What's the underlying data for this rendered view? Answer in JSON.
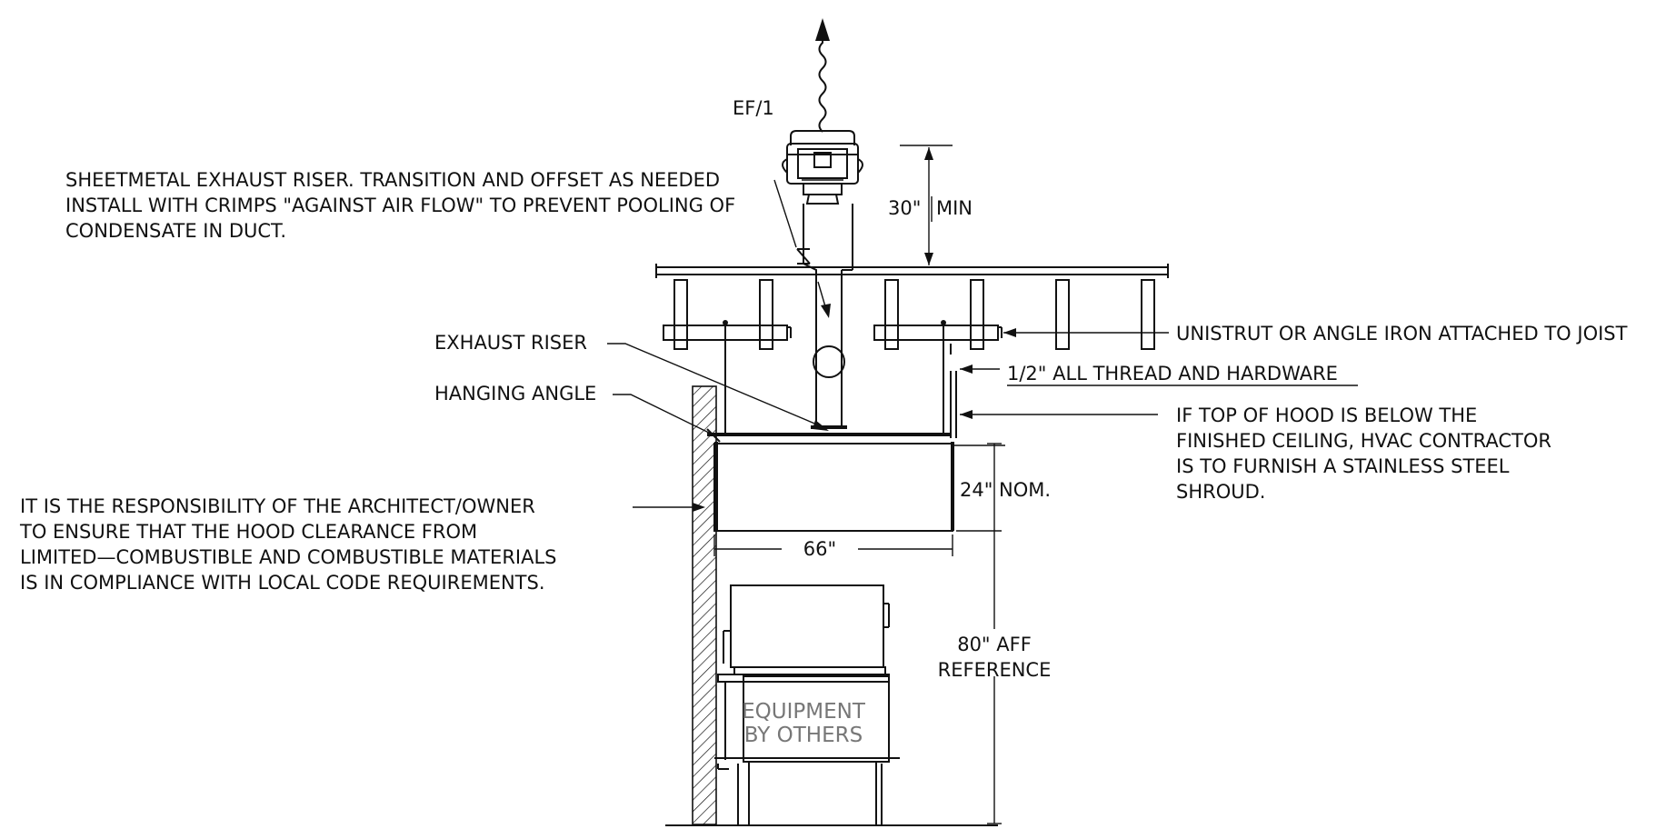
{
  "labels": {
    "fan_tag": "EF/1",
    "riser_note": [
      "SHEETMETAL EXHAUST RISER. TRANSITION AND OFFSET AS NEEDED",
      "INSTALL WITH CRIMPS \"AGAINST AIR FLOW\" TO PREVENT POOLING OF",
      "CONDENSATE IN DUCT."
    ],
    "fan_clearance_value": "30\"",
    "fan_clearance_unit": "MIN",
    "exhaust_riser": "EXHAUST RISER",
    "hanging_angle": "HANGING ANGLE",
    "unistrut": "UNISTRUT OR ANGLE IRON ATTACHED TO JOIST",
    "all_thread": "1/2\" ALL THREAD AND HARDWARE",
    "shroud_note": [
      "IF TOP OF HOOD IS BELOW THE",
      "FINISHED CEILING, HVAC CONTRACTOR",
      "IS TO FURNISH A STAINLESS STEEL",
      "SHROUD."
    ],
    "hood_height": "24\" NOM.",
    "responsibility_note": [
      "IT IS THE RESPONSIBILITY OF THE ARCHITECT/OWNER",
      "TO ENSURE THAT THE HOOD CLEARANCE FROM",
      "LIMITED—COMBUSTIBLE AND COMBUSTIBLE MATERIALS",
      "IS IN COMPLIANCE WITH LOCAL CODE REQUIREMENTS."
    ],
    "hood_width": "66\"",
    "aff_reference": [
      "80\" AFF",
      "REFERENCE"
    ],
    "equipment": [
      "EQUIPMENT",
      "BY OTHERS"
    ]
  },
  "colors": {
    "line": "#111111",
    "equipment_text": "#777777",
    "background": "#ffffff"
  }
}
